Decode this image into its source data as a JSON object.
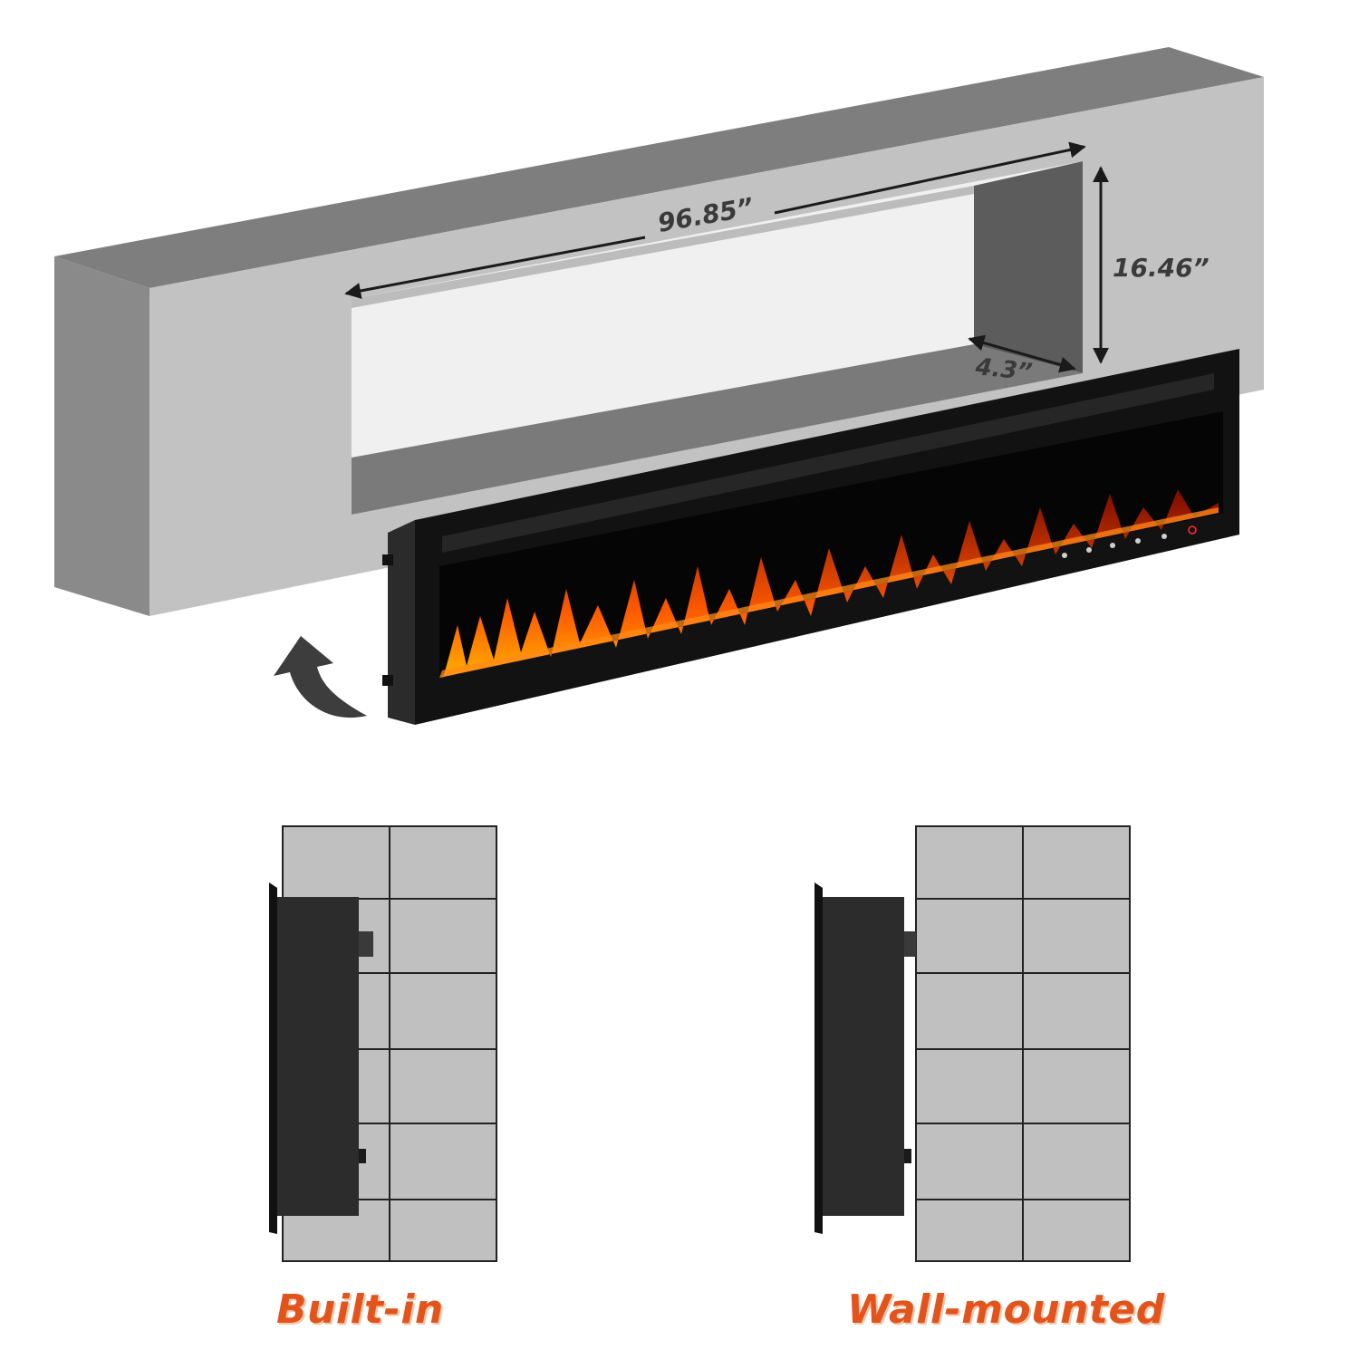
{
  "dimensions": {
    "width": "96.85”",
    "height": "16.46”",
    "depth": "4.3”"
  },
  "captions": {
    "built_in": "Built-in",
    "wall_mounted": "Wall-mounted"
  },
  "colors": {
    "caption": "#e2541c",
    "wall_front": "#c2c2c2",
    "wall_top": "#808080",
    "wall_side": "#8c8c8c",
    "flame": "#ff5a00",
    "tile": "#c0c0c0",
    "unit": "#1a1a1a"
  },
  "icons": [
    "curved-arrow-icon",
    "power-icon"
  ]
}
